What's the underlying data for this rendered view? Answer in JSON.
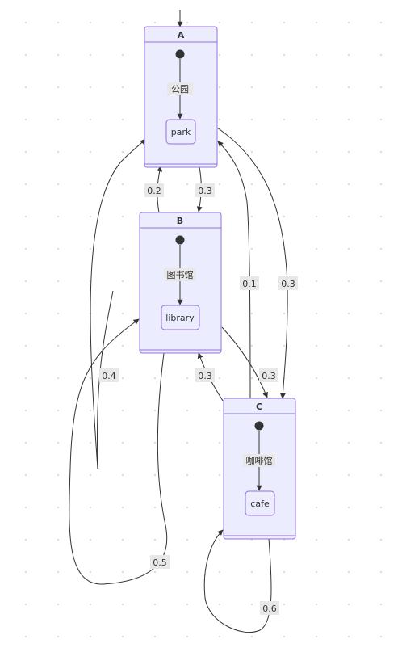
{
  "diagram": {
    "states": {
      "a": {
        "title": "A",
        "inner": "park",
        "transition_label": "公园"
      },
      "b": {
        "title": "B",
        "inner": "library",
        "transition_label": "图书馆"
      },
      "c": {
        "title": "C",
        "inner": "cafe",
        "transition_label": "咖啡馆"
      }
    },
    "edges": {
      "a_to_b": "0.3",
      "b_to_a": "0.2",
      "c_to_a": "0.1",
      "a_to_c": "0.3",
      "b_to_c": "0.3",
      "c_to_b": "0.3",
      "b_to_a_long": "0.4",
      "b_to_b": "0.5",
      "c_to_c": "0.6"
    },
    "colors": {
      "state_fill": "#ECECFF",
      "state_border": "#9370DB",
      "edge": "#333333",
      "label_bg": "#E8E8E8"
    }
  }
}
